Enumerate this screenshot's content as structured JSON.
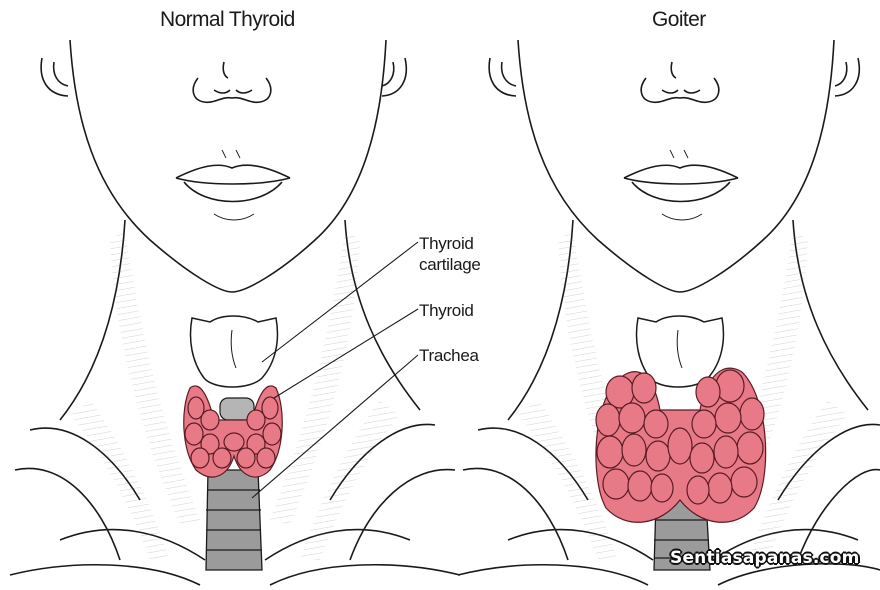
{
  "panels": {
    "left_title": "Normal Thyroid",
    "right_title": "Goiter"
  },
  "callouts": {
    "thyroid_cartilage": "Thyroid\ncartilage",
    "thyroid": "Thyroid",
    "trachea": "Trachea"
  },
  "watermark": "Sentiasapanas.com",
  "colors": {
    "gland_fill": "#e87a87",
    "gland_outline": "#5a1c24",
    "trachea_fill": "#9b9b9b",
    "line_art": "#1a1a1a"
  }
}
